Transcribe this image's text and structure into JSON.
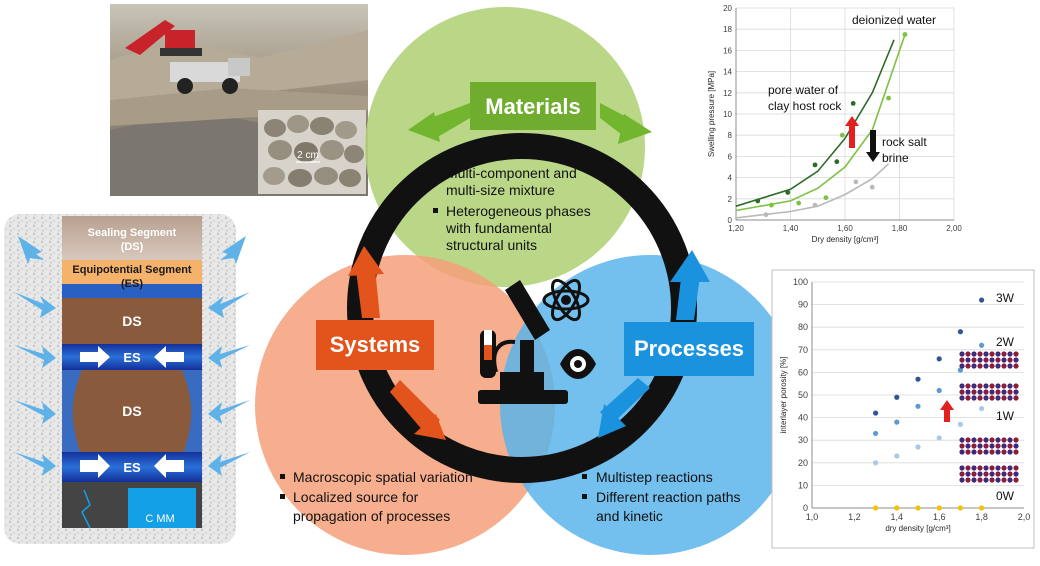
{
  "hub": {
    "materials": {
      "title": "Materials",
      "bullets": [
        "Multi-component and",
        "multi-size mixture",
        "Heterogeneous phases",
        "with fundamental",
        "structural units"
      ]
    },
    "systems": {
      "title": "Systems",
      "bullets": [
        "Macroscopic spatial variation",
        "Localized source for",
        "propagation of processes"
      ]
    },
    "processes": {
      "title": "Processes",
      "bullets": [
        "Multistep reactions",
        "Different reaction paths",
        "and kinetic"
      ]
    }
  },
  "photo": {
    "scale_label": "2 cm"
  },
  "shaft": {
    "sealing_label": "Sealing Segment",
    "sealing_sub": "(DS)",
    "equip_label": "Equipotential Segment",
    "equip_sub": "(ES)",
    "ds1": "DS",
    "es1": "ES",
    "ds2": "DS",
    "es2": "ES",
    "bottom_label": "C MM"
  },
  "chart_data": [
    {
      "type": "scatter",
      "ylabel": "Swelling pressure [MPa]",
      "xlabel": "Dry density [g/cm³]",
      "xlim": [
        1.2,
        2.0
      ],
      "ylim": [
        0,
        20
      ],
      "xticks": [
        "1,20",
        "1,40",
        "1,60",
        "1,80",
        "2,00"
      ],
      "yticks": [
        "0",
        "2",
        "4",
        "6",
        "8",
        "10",
        "12",
        "14",
        "16",
        "18",
        "20"
      ],
      "annotations": [
        "deionized water",
        "pore water of",
        "clay host rock",
        "rock salt",
        "brine"
      ],
      "series": [
        {
          "color": "#2e6b2a",
          "points": [
            [
              1.28,
              1.8
            ],
            [
              1.39,
              2.6
            ],
            [
              1.49,
              5.2
            ],
            [
              1.57,
              5.5
            ],
            [
              1.63,
              11.0
            ]
          ],
          "curve": [
            [
              1.2,
              1.3
            ],
            [
              1.4,
              2.9
            ],
            [
              1.5,
              4.6
            ],
            [
              1.6,
              7.7
            ],
            [
              1.7,
              12.0
            ],
            [
              1.78,
              17.0
            ]
          ]
        },
        {
          "color": "#7dc143",
          "points": [
            [
              1.33,
              1.4
            ],
            [
              1.43,
              1.6
            ],
            [
              1.53,
              2.1
            ],
            [
              1.59,
              8.0
            ],
            [
              1.76,
              11.5
            ],
            [
              1.82,
              17.5
            ]
          ],
          "curve": [
            [
              1.2,
              0.9
            ],
            [
              1.4,
              1.8
            ],
            [
              1.5,
              3.0
            ],
            [
              1.6,
              5.0
            ],
            [
              1.7,
              8.5
            ],
            [
              1.82,
              17.5
            ]
          ]
        },
        {
          "color": "#b9b9b9",
          "points": [
            [
              1.31,
              0.5
            ],
            [
              1.49,
              1.4
            ],
            [
              1.64,
              3.6
            ],
            [
              1.7,
              3.1
            ]
          ],
          "curve": [
            [
              1.2,
              0.2
            ],
            [
              1.4,
              0.8
            ],
            [
              1.5,
              1.3
            ],
            [
              1.6,
              2.4
            ],
            [
              1.7,
              3.9
            ],
            [
              1.76,
              5.3
            ]
          ]
        }
      ]
    },
    {
      "type": "scatter",
      "ylabel": "interlayer porosity [%]",
      "xlabel": "dry density [g/cm³]",
      "xlim": [
        1.0,
        2.0
      ],
      "ylim": [
        0,
        100
      ],
      "xticks": [
        "1,0",
        "1,2",
        "1,4",
        "1,6",
        "1,8",
        "2,0"
      ],
      "yticks": [
        "0",
        "10",
        "20",
        "30",
        "40",
        "50",
        "60",
        "70",
        "80",
        "90",
        "100"
      ],
      "labels": [
        "3W",
        "2W",
        "1W",
        "0W"
      ],
      "series": [
        {
          "color": "#2f5597",
          "points": [
            [
              1.3,
              42
            ],
            [
              1.4,
              49
            ],
            [
              1.5,
              57
            ],
            [
              1.6,
              66
            ],
            [
              1.7,
              78
            ],
            [
              1.8,
              92
            ]
          ]
        },
        {
          "color": "#5b9bd5",
          "points": [
            [
              1.3,
              33
            ],
            [
              1.4,
              38
            ],
            [
              1.5,
              45
            ],
            [
              1.6,
              52
            ],
            [
              1.7,
              61
            ],
            [
              1.8,
              72
            ]
          ]
        },
        {
          "color": "#a9c8e8",
          "points": [
            [
              1.3,
              20
            ],
            [
              1.4,
              23
            ],
            [
              1.5,
              27
            ],
            [
              1.6,
              31
            ],
            [
              1.7,
              37
            ],
            [
              1.8,
              44
            ]
          ]
        },
        {
          "color": "#f2c200",
          "points": [
            [
              1.3,
              0
            ],
            [
              1.4,
              0
            ],
            [
              1.5,
              0
            ],
            [
              1.6,
              0
            ],
            [
              1.7,
              0
            ],
            [
              1.8,
              0
            ]
          ]
        }
      ]
    }
  ]
}
